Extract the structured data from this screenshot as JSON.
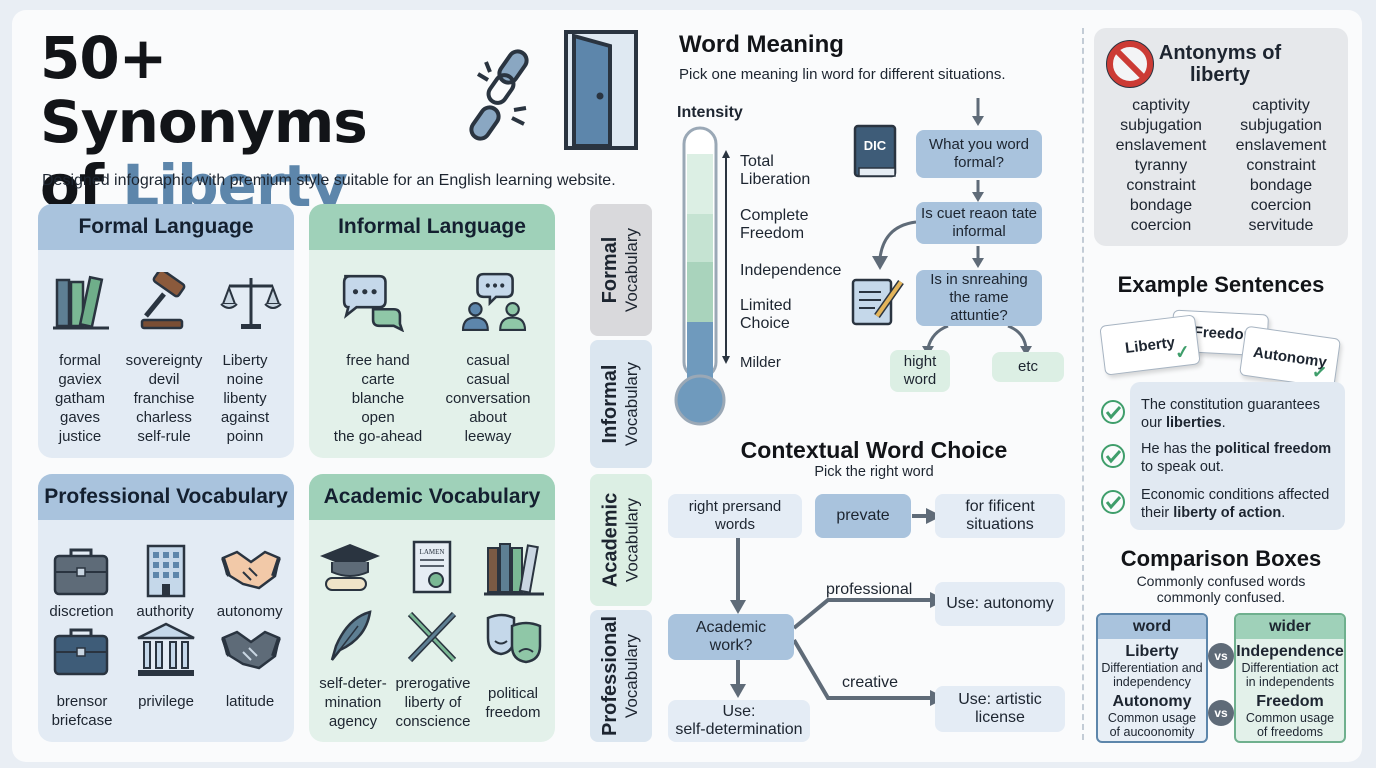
{
  "header": {
    "title_line1": "50+ Synonyms",
    "title_of": "of ",
    "title_accent": "Liberty",
    "subtitle": "Designed infographic with premium style suitable for an English learning website."
  },
  "cards": {
    "formal": {
      "title": "Formal Language",
      "icons": [
        "books-icon",
        "gavel-icon",
        "scales-icon"
      ],
      "cols": [
        [
          "formal",
          "gaviex",
          "gatham",
          "gaves",
          "justice"
        ],
        [
          "sovereignty",
          "devil",
          "franchise",
          "charless",
          "self-rule"
        ],
        [
          "Liberty",
          "noine",
          "libenty",
          "against",
          "poinn"
        ]
      ]
    },
    "informal": {
      "title": "Informal Language",
      "icons": [
        "chat-bubbles-icon",
        "people-chat-icon"
      ],
      "cols": [
        [
          "free hand",
          "carte",
          "blanche",
          "open",
          "the go-ahead"
        ],
        [
          "casual",
          "casual",
          "conversation",
          "about",
          "leeway"
        ]
      ]
    },
    "professional": {
      "title": "Professional Vocabulary",
      "words_top": [
        "discretion",
        "authority",
        "autonomy"
      ],
      "words_bottom": [
        [
          "brensor",
          "briefcase"
        ],
        [
          "privilege"
        ],
        [
          "latitude"
        ]
      ]
    },
    "academic": {
      "title": "Academic Vocabulary",
      "doc_label": "LAMEN",
      "cols": [
        [
          "self-deter-",
          "mination",
          "agency"
        ],
        [
          "prerogative",
          "liberty of",
          "conscience"
        ],
        [
          "political",
          "freedom"
        ]
      ]
    }
  },
  "tabs": [
    {
      "bold": "Formal",
      "sub": "Vocabulary"
    },
    {
      "bold": "Informal",
      "sub": "Vocabulary"
    },
    {
      "bold": "Academic",
      "sub": "Vocabulary"
    },
    {
      "bold": "Professional",
      "sub": "Vocabulary"
    }
  ],
  "word_meaning": {
    "title": "Word Meaning",
    "subtitle": "Pick one meaning lin word for different situations.",
    "intensity_label": "Intensity",
    "levels": [
      [
        "Total",
        "Liberation"
      ],
      [
        "Complete",
        "Freedom"
      ],
      [
        "Independence"
      ],
      [
        "Limited",
        "Choice"
      ],
      [
        "Milder"
      ]
    ],
    "dic_label": "DIC",
    "flow": {
      "q1": [
        "What you word",
        "formal?"
      ],
      "q2": [
        "Is cuet reaon tate",
        "informal"
      ],
      "q3": [
        "Is in snreahing",
        "the rame",
        "attuntie?"
      ],
      "a1": [
        "hight",
        "word"
      ],
      "a2": [
        "etc"
      ]
    }
  },
  "contextual": {
    "title": "Contextual Word Choice",
    "subtitle": "Pick the right word",
    "box1": [
      "right prersand",
      "words"
    ],
    "box2": [
      "prevate"
    ],
    "box3": [
      "for fificent",
      "situations"
    ],
    "box4": [
      "Academic",
      "work?"
    ],
    "label_professional": "professional",
    "label_creative": "creative",
    "use_autonomy": [
      "Use: autonomy"
    ],
    "use_artistic": [
      "Use: artistic",
      "license"
    ],
    "use_selfdet": [
      "Use:",
      "self-determination"
    ]
  },
  "antonyms": {
    "title": [
      "Antonyms of",
      "liberty"
    ],
    "col1": [
      "captivity",
      "subjugation",
      "enslavement",
      "tyranny",
      "constraint",
      "bondage",
      "coercion"
    ],
    "col2": [
      "captivity",
      "subjugation",
      "enslavement",
      "constraint",
      "bondage",
      "coercion",
      "servitude"
    ]
  },
  "examples": {
    "title": "Example Sentences",
    "cards": [
      "Liberty",
      "Freedom",
      "Autonomy"
    ],
    "s1_pre": "The constitution guarantees our ",
    "s1_bold": "liberties",
    "s1_post": ".",
    "s2_pre": "He has the ",
    "s2_bold": "political freedom",
    "s2_post": " to speak out.",
    "s3_pre": "Economic conditions affected their ",
    "s3_bold": "liberty of action",
    "s3_post": "."
  },
  "comparison": {
    "title": "Comparison Boxes",
    "subtitle": [
      "Commonly confused words",
      "commonly confused."
    ],
    "left": {
      "head": "word",
      "w1": "Liberty",
      "d1": [
        "Differentiation and",
        "independency"
      ],
      "w2": "Autonomy",
      "d2": [
        "Common usage",
        "of aucoonomity"
      ]
    },
    "right": {
      "head": "wider",
      "w1": "Independence",
      "d1": [
        "Differentiation act",
        "in independents"
      ],
      "w2": "Freedom",
      "d2": [
        "Common usage",
        "of freedoms"
      ]
    },
    "vs": "vs"
  },
  "colors": {
    "accent_blue": "#5d86ab",
    "header_blue": "#a9c3dd",
    "header_green": "#9fd1b9",
    "check_green": "#3f9e6b"
  }
}
